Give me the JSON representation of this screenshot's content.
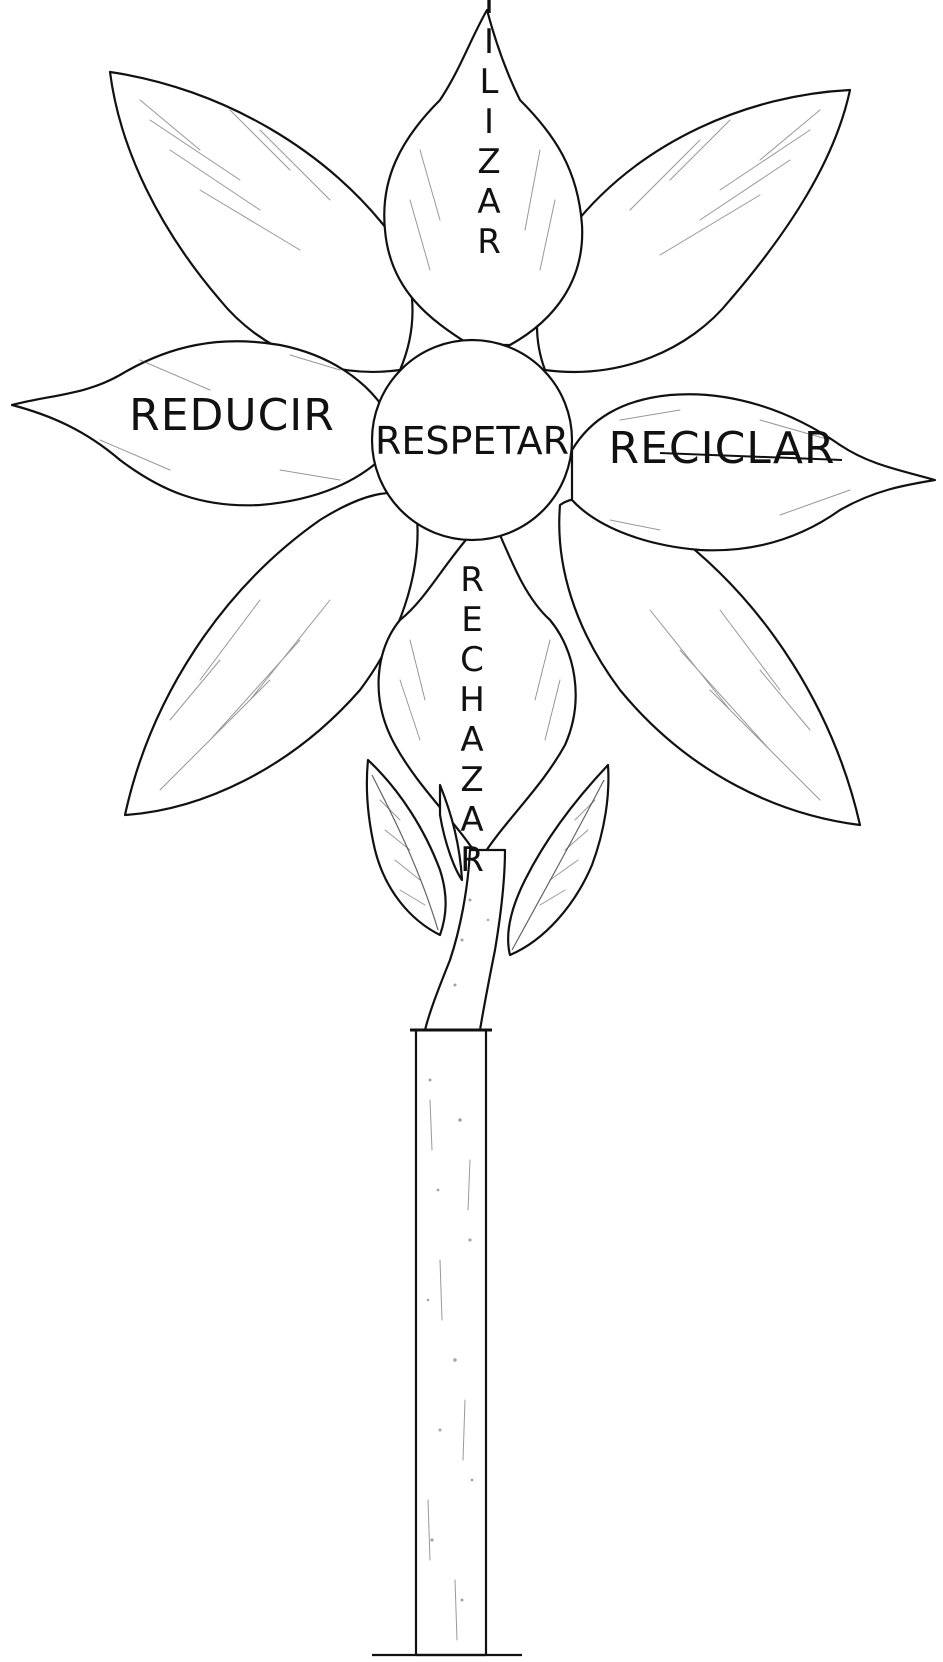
{
  "diagram": {
    "center_word": "RESPETAR",
    "petal_words": {
      "top": "REUTILIZAR",
      "left": "REDUCIR",
      "right": "RECICLAR",
      "bottom": "RECHAZAR"
    },
    "line_color": "#111111",
    "paper_color": "#ffffff"
  }
}
